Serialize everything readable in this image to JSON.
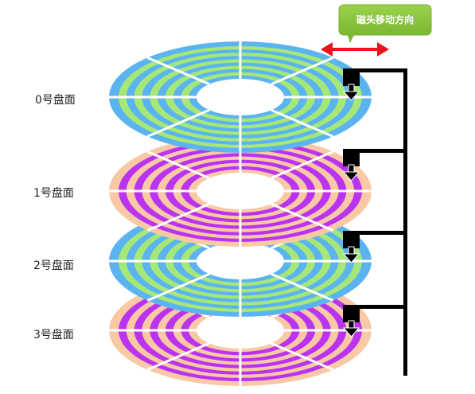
{
  "callout": {
    "text": "磁头移动方向",
    "color": "#8CC63F"
  },
  "arrow": {
    "color": "#E8141E"
  },
  "platters": [
    {
      "label": "0号盘面",
      "outer_color": "#5BB4F0",
      "ring_color": "#A6E878"
    },
    {
      "label": "1号盘面",
      "outer_color": "#F9C9A5",
      "ring_color": "#B933F0"
    },
    {
      "label": "2号盘面",
      "outer_color": "#5BB4F0",
      "ring_color": "#A6E878"
    },
    {
      "label": "3号盘面",
      "outer_color": "#F9C9A5",
      "ring_color": "#B933F0"
    }
  ],
  "spindle_color": "#000000",
  "head_color": "#000000"
}
